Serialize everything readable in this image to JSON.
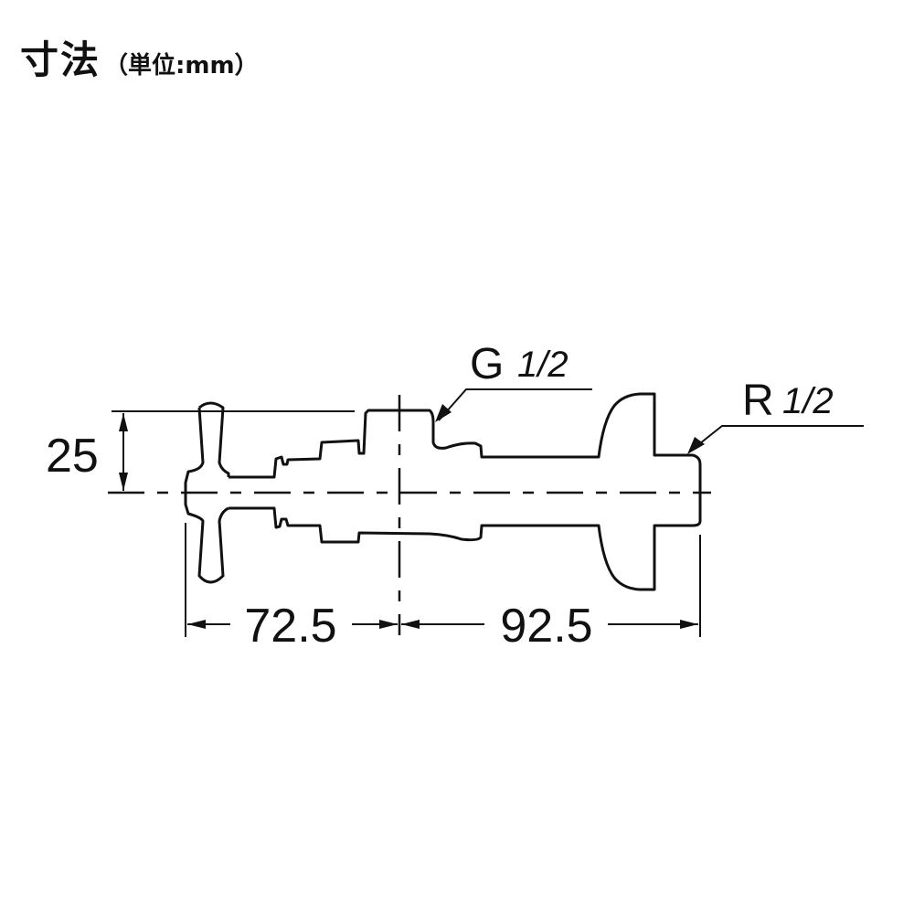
{
  "title": {
    "main": "寸法",
    "unit": "（単位:mm）"
  },
  "dimensions": {
    "height": "25",
    "left_length": "72.5",
    "right_length": "92.5"
  },
  "threads": {
    "inlet_letter": "G",
    "inlet_size": "1/2",
    "outlet_letter": "R",
    "outlet_size": "1/2"
  }
}
